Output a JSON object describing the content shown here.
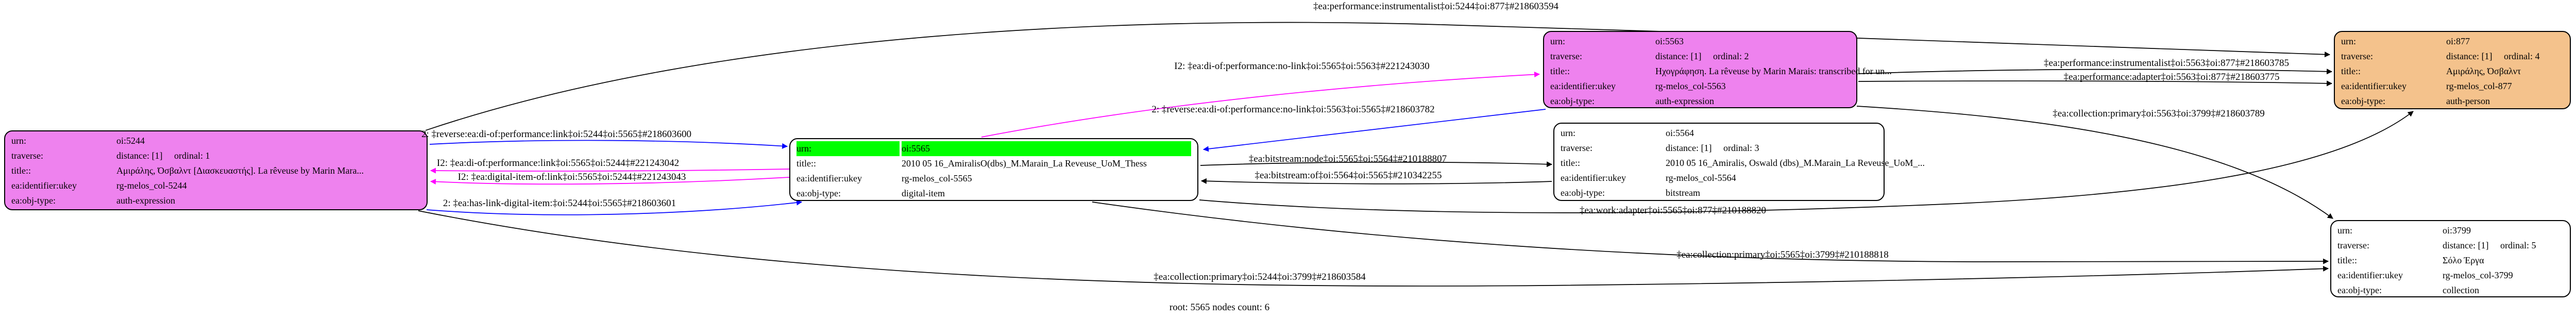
{
  "meta": {
    "root_caption": "root: 5565 nodes count: 6"
  },
  "colors": {
    "node_magenta": "#EE82EE",
    "node_orange": "#F4C28C",
    "node_white": "#FFFFFF",
    "root_row_green": "#00FF00",
    "edge_black": "#000000",
    "edge_blue": "#0000FF",
    "edge_magenta": "#FF00FF"
  },
  "nodes": [
    {
      "id": "oi:5244",
      "rows": [
        {
          "k": "urn:",
          "v": "oi:5244"
        },
        {
          "k": "traverse:",
          "v": "distance: [1]     ordinal: 1"
        },
        {
          "k": "title::",
          "v": "Αμιράλης, Όσβαλντ [Διασκευαστής]. La rêveuse by Marin Mara..."
        },
        {
          "k": "ea:identifier:ukey",
          "v": "rg-melos_col-5244"
        },
        {
          "k": "ea:obj-type:",
          "v": "auth-expression"
        }
      ]
    },
    {
      "id": "oi:5565",
      "rows": [
        {
          "k": "urn:",
          "v": "oi:5565"
        },
        {
          "k": "title::",
          "v": "2010 05 16_AmiralisO(dbs)_M.Marain_La Reveuse_UoM_Thess"
        },
        {
          "k": "ea:identifier:ukey",
          "v": "rg-melos_col-5565"
        },
        {
          "k": "ea:obj-type:",
          "v": "digital-item"
        }
      ]
    },
    {
      "id": "oi:5563",
      "rows": [
        {
          "k": "urn:",
          "v": "oi:5563"
        },
        {
          "k": "traverse:",
          "v": "distance: [1]     ordinal: 2"
        },
        {
          "k": "title::",
          "v": "Ηχογράφηση. La rêveuse by Marin Marais: transcribed for un..."
        },
        {
          "k": "ea:identifier:ukey",
          "v": "rg-melos_col-5563"
        },
        {
          "k": "ea:obj-type:",
          "v": "auth-expression"
        }
      ]
    },
    {
      "id": "oi:5564",
      "rows": [
        {
          "k": "urn:",
          "v": "oi:5564"
        },
        {
          "k": "traverse:",
          "v": "distance: [1]     ordinal: 3"
        },
        {
          "k": "title::",
          "v": "2010 05 16_Amiralis, Oswald (dbs)_M.Marain_La Reveuse_UoM_..."
        },
        {
          "k": "ea:identifier:ukey",
          "v": "rg-melos_col-5564"
        },
        {
          "k": "ea:obj-type:",
          "v": "bitstream"
        }
      ]
    },
    {
      "id": "oi:877",
      "rows": [
        {
          "k": "urn:",
          "v": "oi:877"
        },
        {
          "k": "traverse:",
          "v": "distance: [1]     ordinal: 4"
        },
        {
          "k": "title::",
          "v": "Αμιράλης, Όσβαλντ"
        },
        {
          "k": "ea:identifier:ukey",
          "v": "rg-melos_col-877"
        },
        {
          "k": "ea:obj-type:",
          "v": "auth-person"
        }
      ]
    },
    {
      "id": "oi:3799",
      "rows": [
        {
          "k": "urn:",
          "v": "oi:3799"
        },
        {
          "k": "traverse:",
          "v": "distance: [1]     ordinal: 5"
        },
        {
          "k": "title::",
          "v": "Σόλο Έργα"
        },
        {
          "k": "ea:identifier:ukey",
          "v": "rg-melos_col-3799"
        },
        {
          "k": "ea:obj-type:",
          "v": "collection"
        }
      ]
    }
  ],
  "edge_labels": [
    {
      "text": "‡ea:performance:instrumentalist‡oi:5244‡oi:877‡#218603594"
    },
    {
      "text": "I2: ‡ea:di-of:performance:no-link‡oi:5565‡oi:5563‡#221243030"
    },
    {
      "text": "2: ‡reverse:ea:di-of:performance:no-link‡oi:5563‡oi:5565‡#218603782"
    },
    {
      "text": "2: ‡reverse:ea:di-of:performance:link‡oi:5244‡oi:5565‡#218603600"
    },
    {
      "text": "I2: ‡ea:di-of:performance:link‡oi:5565‡oi:5244‡#221243042"
    },
    {
      "text": "I2: ‡ea:digital-item-of:link‡oi:5565‡oi:5244‡#221243043"
    },
    {
      "text": "2: ‡ea:has-link-digital-item:‡oi:5244‡oi:5565‡#218603601"
    },
    {
      "text": "‡ea:performance:instrumentalist‡oi:5563‡oi:877‡#218603785"
    },
    {
      "text": "‡ea:performance:adapter‡oi:5563‡oi:877‡#218603775"
    },
    {
      "text": "‡ea:collection:primary‡oi:5563‡oi:3799‡#218603789"
    },
    {
      "text": "‡ea:bitstream:node‡oi:5565‡oi:5564‡#210188807"
    },
    {
      "text": "‡ea:bitstream:of‡oi:5564‡oi:5565‡#210342255"
    },
    {
      "text": "‡ea:work:adapter‡oi:5565‡oi:877‡#210188820"
    },
    {
      "text": "‡ea:collection:primary‡oi:5565‡oi:3799‡#210188818"
    },
    {
      "text": "‡ea:collection:primary‡oi:5244‡oi:3799‡#218603584"
    },
    {
      "text": "root: 5565 nodes count: 6"
    }
  ]
}
